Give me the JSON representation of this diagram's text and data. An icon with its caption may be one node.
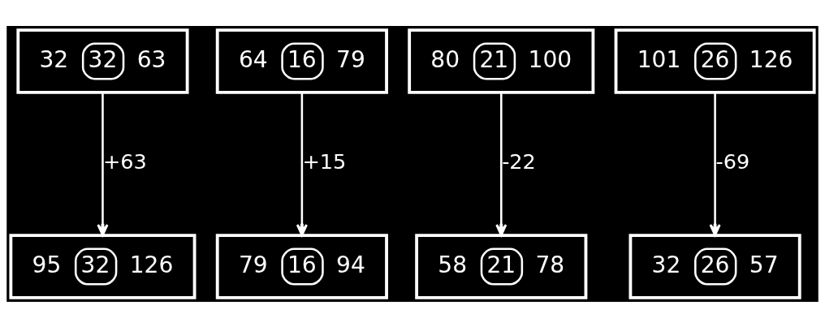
{
  "diagram": {
    "nodes": [
      {
        "text": [
          "32",
          "32",
          "63"
        ]
      },
      {
        "text": [
          "64",
          "16",
          "79"
        ]
      },
      {
        "text": [
          "80",
          "21",
          "100"
        ]
      },
      {
        "text": [
          "101",
          "26",
          "126"
        ]
      },
      {
        "text": [
          "32",
          "26",
          "57"
        ]
      },
      {
        "text": [
          "58",
          "21",
          "78"
        ]
      },
      {
        "text": [
          "79",
          "16",
          "94"
        ]
      },
      {
        "text": [
          "95",
          "32",
          "126"
        ]
      }
    ],
    "edges": [
      {
        "from": 0,
        "to": 7,
        "arrow": "to",
        "label": "+63"
      },
      {
        "from": 1,
        "to": 6,
        "arrow": "to",
        "label": "+15"
      },
      {
        "from": 2,
        "to": 5,
        "arrow": "to",
        "label": "-22"
      },
      {
        "from": 3,
        "to": 4,
        "arrow": "to",
        "label": "-69"
      }
    ]
  }
}
